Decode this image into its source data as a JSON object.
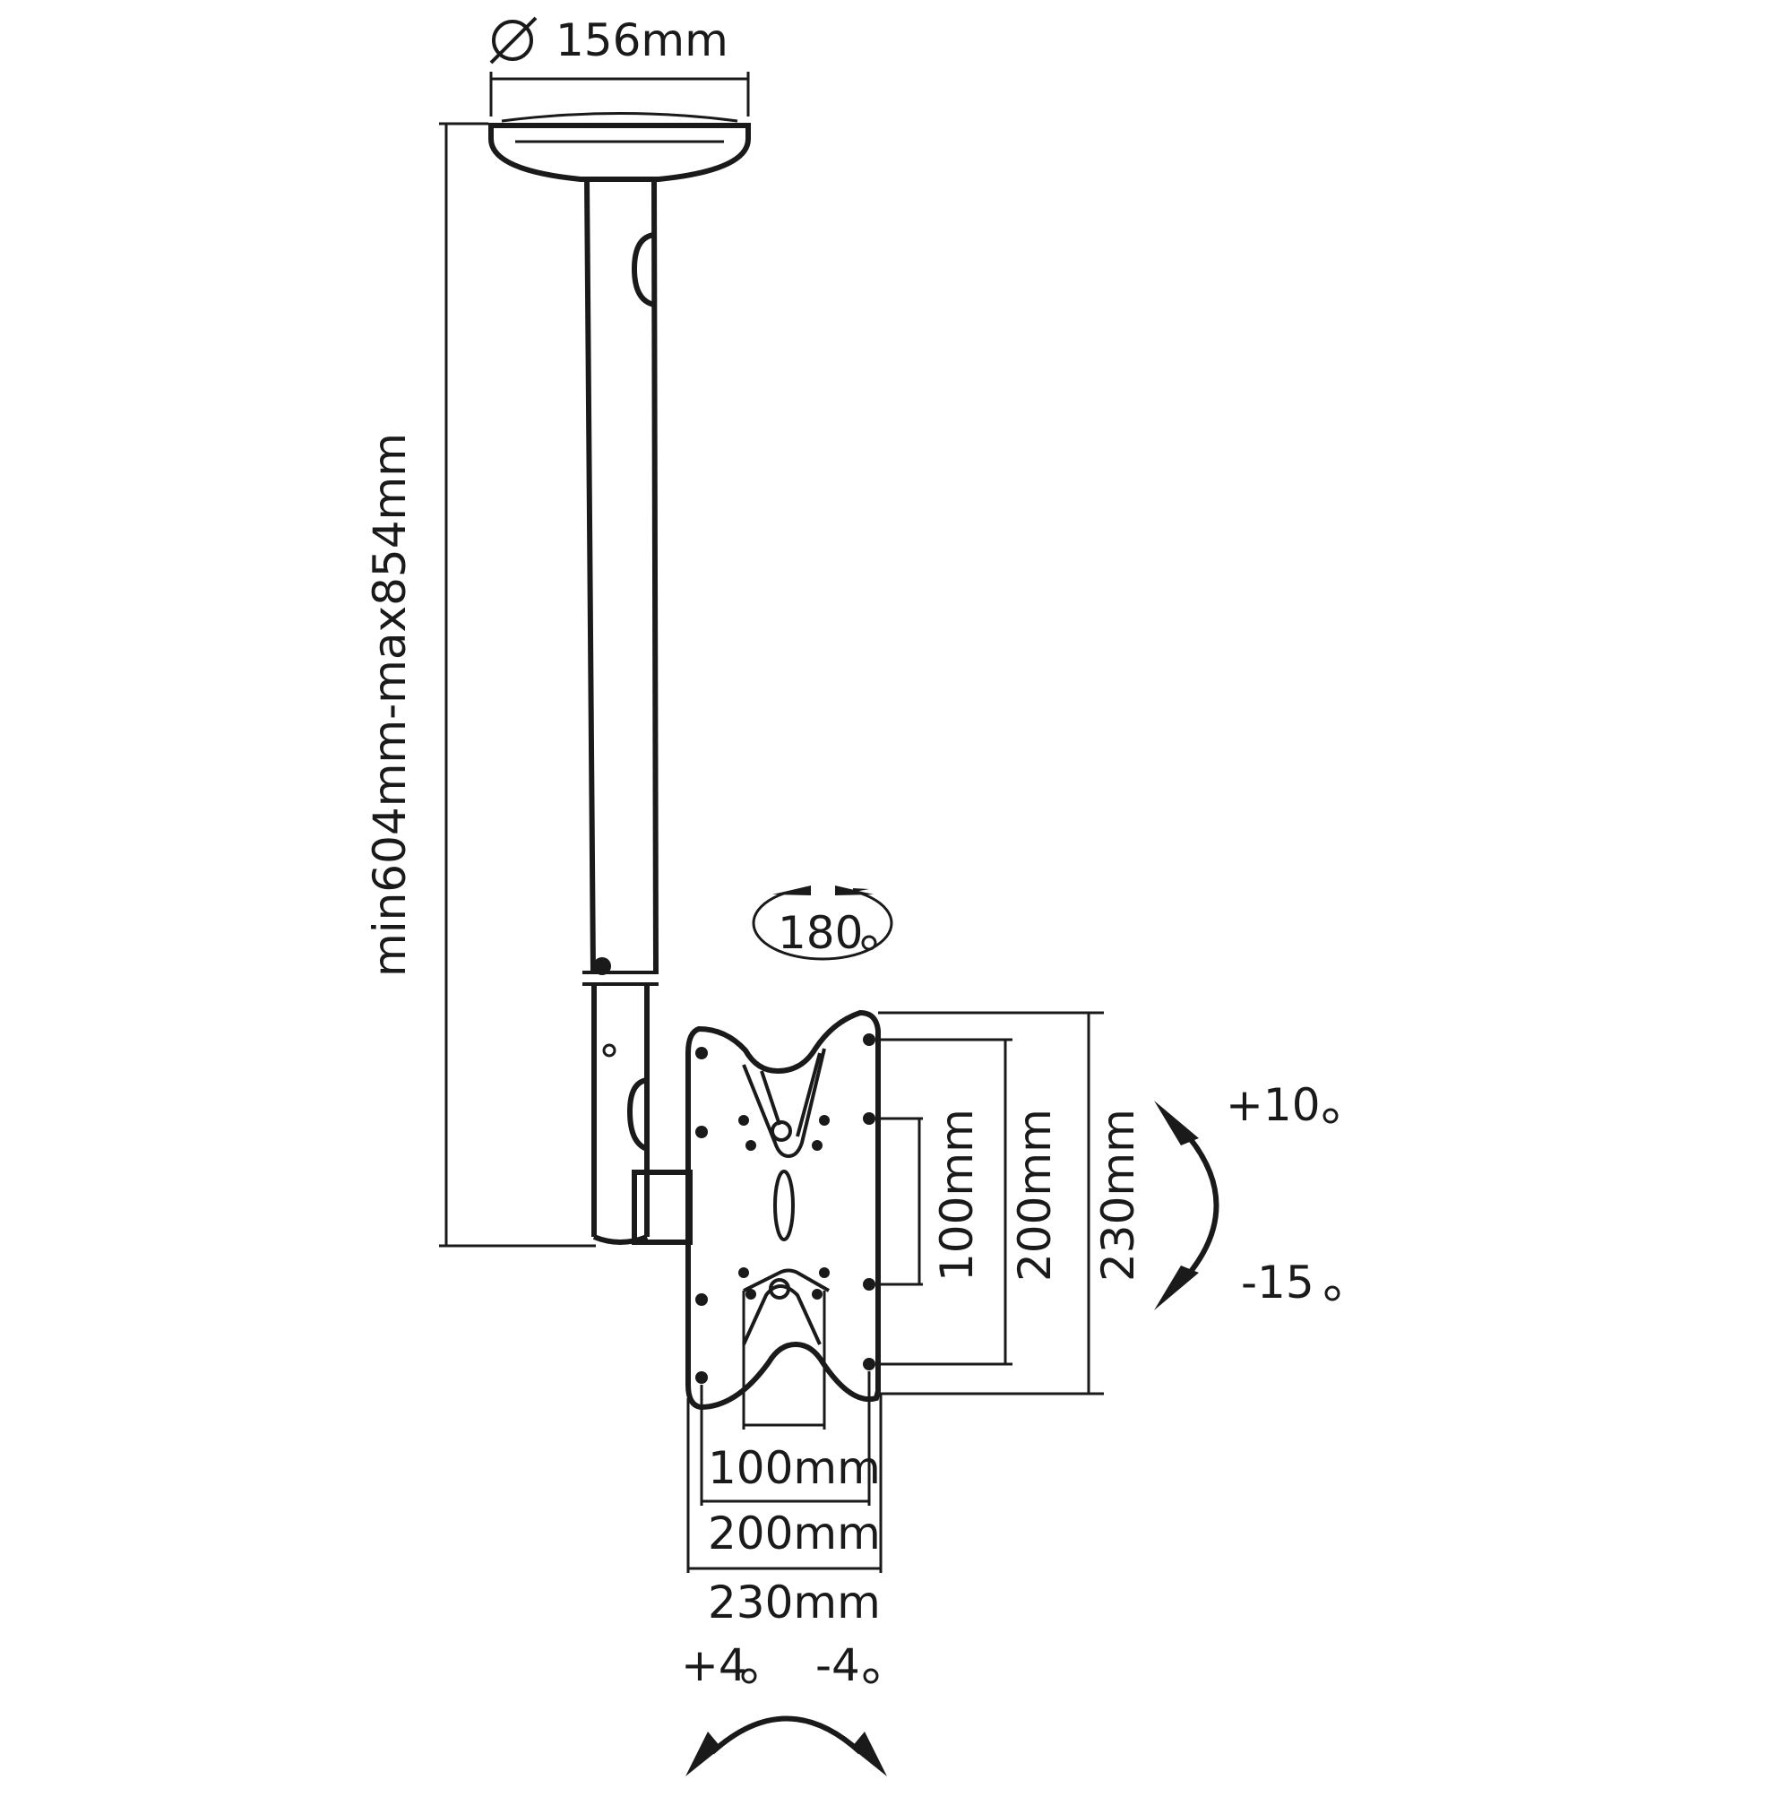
{
  "dimensions": {
    "ceiling_plate_diameter": "156mm",
    "pole_length": "min604mm-max854mm",
    "rotation": "180",
    "vesa_vertical_inner": "100mm",
    "vesa_vertical_outer": "200mm",
    "plate_height": "230mm",
    "vesa_horizontal_inner": "100mm",
    "vesa_horizontal_outer": "200mm",
    "plate_width": "230mm"
  },
  "tilt": {
    "up": "+10",
    "down": "-15"
  },
  "swivel": {
    "left": "+4",
    "right": "-4"
  },
  "icons": {
    "diameter": "diameter-symbol-icon",
    "degree": "degree-circle-icon"
  }
}
